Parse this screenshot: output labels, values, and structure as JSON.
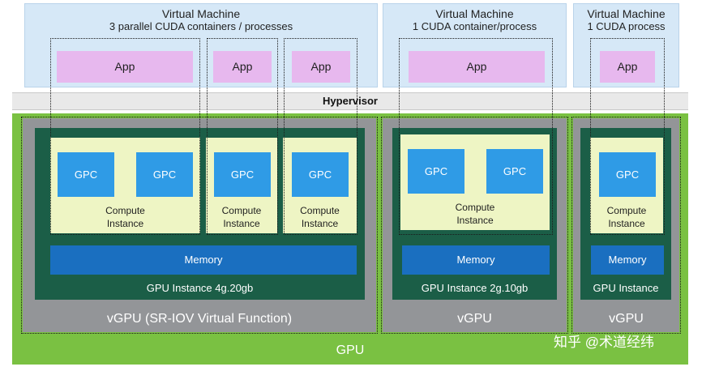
{
  "vms": [
    {
      "title": "Virtual Machine",
      "subtitle": "3 parallel CUDA containers / processes",
      "apps": [
        "App",
        "App",
        "App"
      ]
    },
    {
      "title": "Virtual Machine",
      "subtitle": "1 CUDA container/process",
      "apps": [
        "App"
      ]
    },
    {
      "title": "Virtual Machine",
      "subtitle": "1 CUDA process",
      "apps": [
        "App"
      ]
    }
  ],
  "hypervisor": "Hypervisor",
  "gpu_label": "GPU",
  "vgpus": [
    {
      "label": "vGPU (SR-IOV Virtual Function)",
      "gpu_instance": "GPU Instance  4g.20gb",
      "memory": "Memory",
      "compute_instances": [
        {
          "label": "Compute\nInstance",
          "gpcs": [
            "GPC",
            "GPC"
          ]
        },
        {
          "label": "Compute\nInstance",
          "gpcs": [
            "GPC"
          ]
        },
        {
          "label": "Compute\nInstance",
          "gpcs": [
            "GPC"
          ]
        }
      ]
    },
    {
      "label": "vGPU",
      "gpu_instance": "GPU Instance  2g.10gb",
      "memory": "Memory",
      "compute_instances": [
        {
          "label": "Compute\nInstance",
          "gpcs": [
            "GPC",
            "GPC"
          ]
        }
      ]
    },
    {
      "label": "vGPU",
      "gpu_instance": "GPU Instance",
      "memory": "Memory",
      "compute_instances": [
        {
          "label": "Compute\nInstance",
          "gpcs": [
            "GPC"
          ]
        }
      ]
    }
  ],
  "watermark": "知乎 @术道经纬",
  "colors": {
    "vm_bg": "#d6e8f7",
    "app_bg": "#e7b8ee",
    "gpu_bg": "#7ac142",
    "vgpu_bg": "#939598",
    "gpu_instance_bg": "#1b5e47",
    "compute_instance_bg": "#eef5c4",
    "gpc_bg": "#2f9be6",
    "memory_bg": "#1a6fc0"
  }
}
